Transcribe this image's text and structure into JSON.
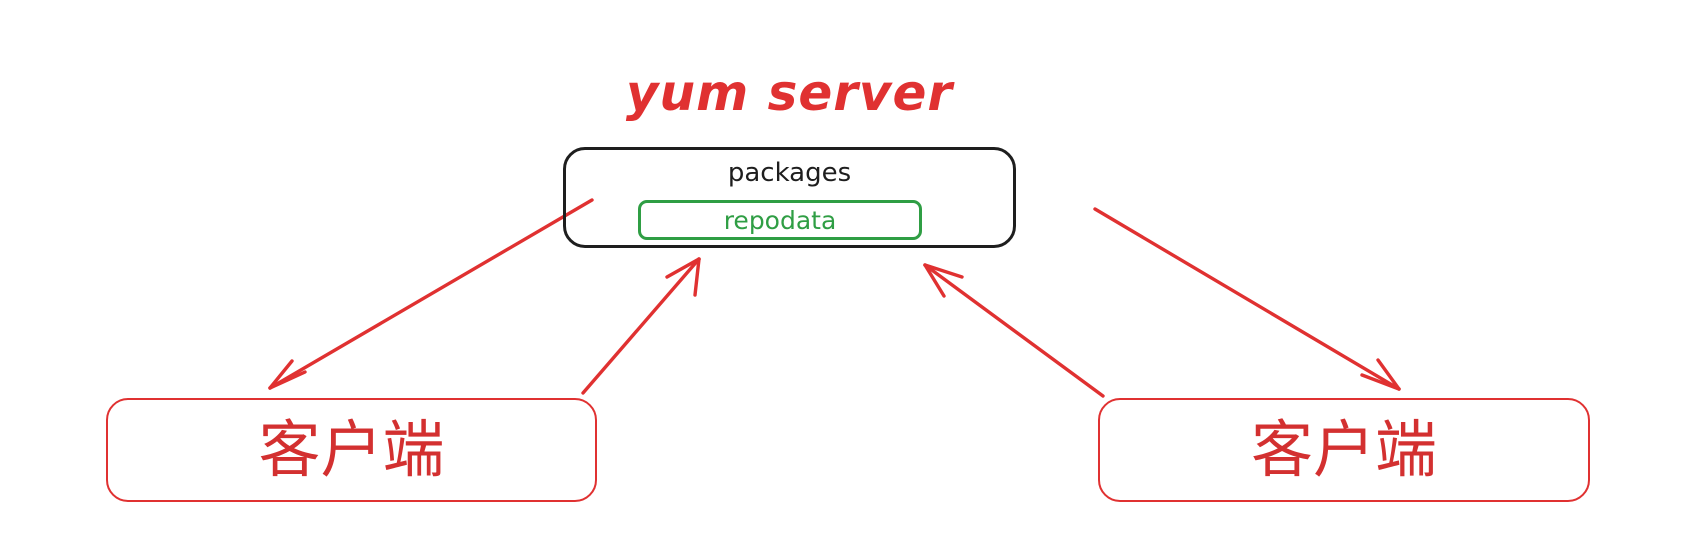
{
  "title": "yum server",
  "server": {
    "packages_label": "packages",
    "repodata_label": "repodata"
  },
  "clients": [
    {
      "label": "客户端"
    },
    {
      "label": "客户端"
    }
  ],
  "colors": {
    "title_red": "#e03131",
    "box_black": "#1e1e1e",
    "repodata_green": "#2f9e44",
    "client_red": "#e03131",
    "arrow_red": "#e03131",
    "background": "#ffffff"
  },
  "arrows": [
    {
      "name": "server-to-left-client",
      "from": "yum server box (left edge)",
      "to": "left client box (top)",
      "direction": "down-left"
    },
    {
      "name": "left-client-to-repodata",
      "from": "left client box (top-right corner)",
      "to": "repodata box (bottom-left)",
      "direction": "up-right"
    },
    {
      "name": "server-to-right-client",
      "from": "yum server box (right edge)",
      "to": "right client box (top)",
      "direction": "down-right"
    },
    {
      "name": "right-client-to-repodata",
      "from": "right client box (top-left corner)",
      "to": "repodata box (bottom-right)",
      "direction": "up-left"
    }
  ]
}
